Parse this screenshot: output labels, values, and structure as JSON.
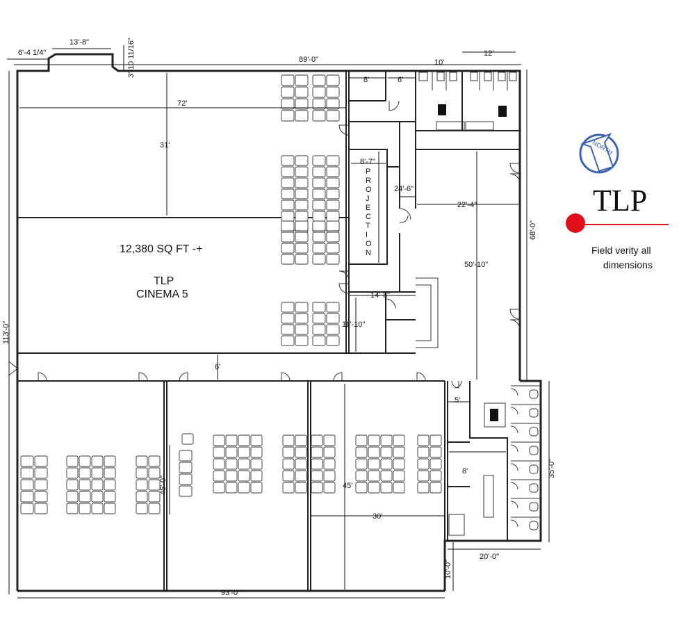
{
  "dimensions": {
    "overall_width": "89'-0\"",
    "notch_width": "13'-8\"",
    "left_offset": "6'-4 1/4\"",
    "notch_depth": "3'-10 11/16\"",
    "theater_width": "72'",
    "theater_depth": "31'",
    "room_8": "8'",
    "room_6": "6'",
    "restroom_10": "10'",
    "restroom_12": "12'",
    "projection_width": "8'-7\"",
    "corridor_24": "24'-6\"",
    "lobby_22": "22'-4\"",
    "right_depth": "68'-0\"",
    "lobby_depth": "50'-10\"",
    "office_width": "14'-8\"",
    "office_depth": "11'-10\"",
    "left_depth": "113'-0\"",
    "hall_width": "6'",
    "door_5": "5'",
    "restroom_depth": "35'-0\"",
    "hall_8": "8'",
    "aud_depth_45": "45'",
    "aud_depth_45b": "45'-0\"",
    "aud_width_30": "30'",
    "bottom_width": "93'-0\"",
    "bottom_10": "10'-0\"",
    "restroom_width": "20'-0\""
  },
  "labels": {
    "area": "12,380 SQ FT -+",
    "name_line1": "TLP",
    "name_line2": "CINEMA 5",
    "projection_letters": [
      "P",
      "R",
      "O",
      "J",
      "E",
      "C",
      "T",
      "I",
      "O",
      "N"
    ],
    "north": "NORTH",
    "logo": "TLP",
    "note_line1": "Field verity all",
    "note_line2": "dimensions"
  },
  "colors": {
    "north_arrow": "#3c62b0",
    "marker": "#e0101a",
    "lines": "#222222"
  }
}
